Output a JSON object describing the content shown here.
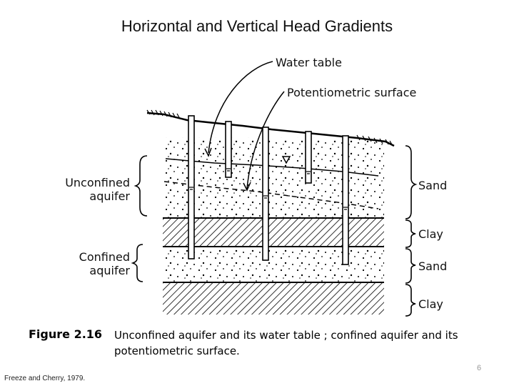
{
  "slide": {
    "title": "Horizontal and Vertical Head Gradients",
    "source": "Freeze and Cherry, 1979.",
    "page_number": "6"
  },
  "diagram": {
    "labels": {
      "water_table": "Water table",
      "potentiometric_surface": "Potentiometric surface",
      "unconfined_line1": "Unconfined",
      "unconfined_line2": "aquifer",
      "confined_line1": "Confined",
      "confined_line2": "aquifer",
      "layer_sand_top": "Sand",
      "layer_clay_upper": "Clay",
      "layer_sand_lower": "Sand",
      "layer_clay_lower": "Clay"
    },
    "caption": {
      "number": "Figure 2.16",
      "text_line1": "Unconfined aquifer and its water table ; confined aquifer and its",
      "text_line2": "potentiometric surface."
    }
  }
}
